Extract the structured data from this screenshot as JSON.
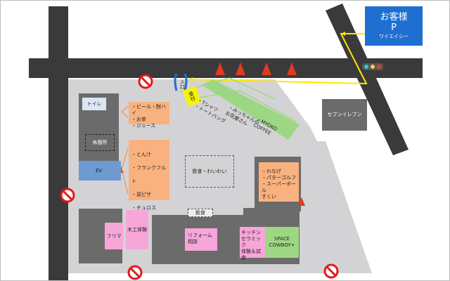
{
  "parking": {
    "title": "お客様",
    "letter": "P",
    "name": "ワイエイシー"
  },
  "entrance": "入口",
  "reception": "受付",
  "tshirt": "・Tシャツ\n・トートバッグ",
  "mikko": "・みっちゃんの\nお花屋さん",
  "myoko": "・MYOKO\nCOFFEE",
  "seven": "セブンイレブン",
  "toilet": "トイレ",
  "drinks": "・ビール・酎ハイ\n・お茶\n・ジュース",
  "rest_area": "休憩所",
  "ev": "EV",
  "foods": "・とん汁\n・フランクフルト\n・窯ピザ\n・チュロス",
  "eating_area": "飲食・わいわい",
  "eating": "飲食",
  "games": "・わなげ\n・パターゴルフ\n・スーパーボール\nすくい",
  "flea": "フリマ",
  "woodwork": "木工体験",
  "reform": "リフォーム\n相談",
  "kitchen": "キッチン\nセラミック\n体験＆試食",
  "space_cowboy": "SPACE\nCOWBOY+",
  "colors": {
    "road": "#3a3a3a",
    "parking": "#1f6fd1",
    "ev": "#6d9ad1",
    "reception": "#f6f20a"
  }
}
